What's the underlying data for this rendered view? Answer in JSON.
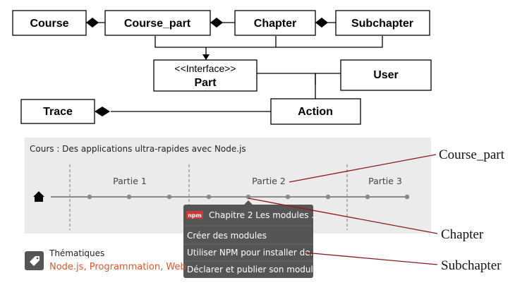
{
  "uml": {
    "course": "Course",
    "course_part": "Course_part",
    "chapter": "Chapter",
    "subchapter": "Subchapter",
    "part_stereotype": "<<Interface>>",
    "part": "Part",
    "user": "User",
    "trace": "Trace",
    "action": "Action"
  },
  "screenshot": {
    "course_title": "Cours : Des applications ultra-rapides avec Node.js",
    "parts": [
      "Partie 1",
      "Partie 2",
      "Partie 3"
    ],
    "menu": {
      "badge": "npm",
      "header": "Chapitre 2 Les modules ...",
      "items": [
        "Créer des modules",
        "Utiliser NPM pour installer de...",
        "Déclarer et publier son module"
      ]
    },
    "thematiques": {
      "title": "Thématiques",
      "links": [
        "Node.js",
        "Programmation",
        "Web"
      ],
      "separator": ", "
    },
    "colors": {
      "link": "#e0562a",
      "badge": "#cb3837",
      "menu_bg": "#555555",
      "panel_bg": "#ebebeb",
      "callout_line": "#8b1a1a"
    }
  },
  "callouts": {
    "course_part": "Course_part",
    "chapter": "Chapter",
    "subchapter": "Subchapter"
  }
}
